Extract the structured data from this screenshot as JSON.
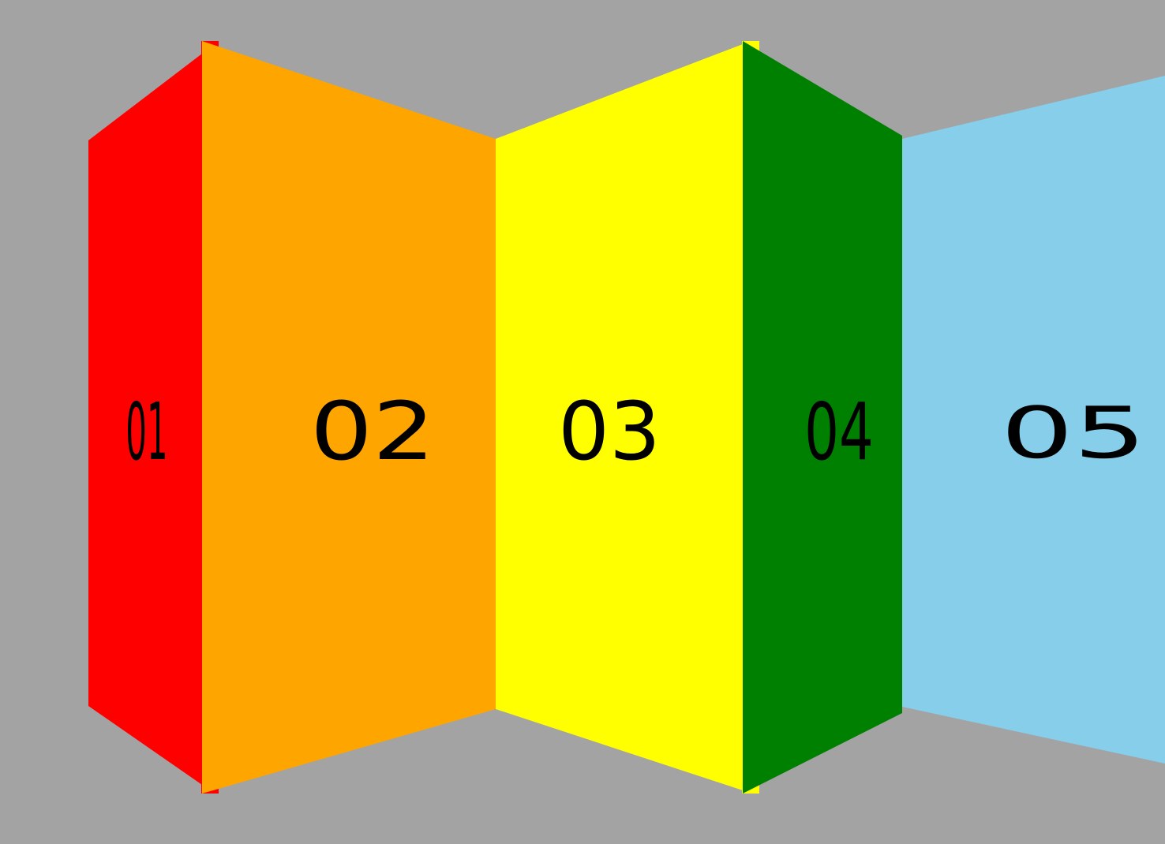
{
  "background": "#a3a3a3",
  "panels": [
    {
      "label": "01",
      "color": "#ff0000"
    },
    {
      "label": "02",
      "color": "#ffa500"
    },
    {
      "label": "03",
      "color": "#ffff00"
    },
    {
      "label": "04",
      "color": "#008000"
    },
    {
      "label": "05",
      "color": "#87ceeb"
    }
  ]
}
